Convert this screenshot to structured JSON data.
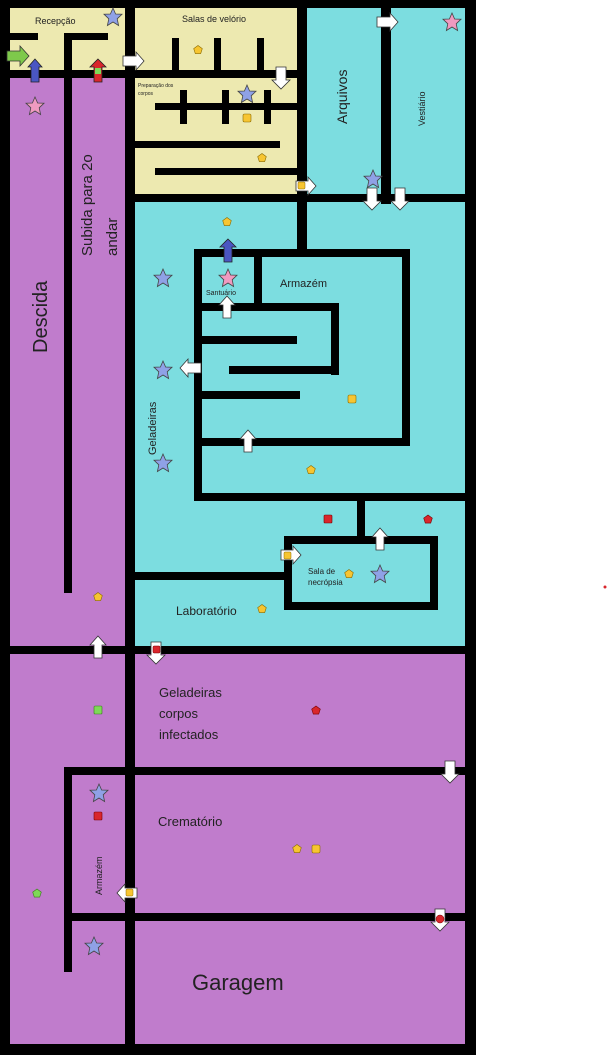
{
  "colors": {
    "wall": "#000000",
    "yellow_room": "#ede9b0",
    "cyan_room": "#7cdde0",
    "purple_room": "#c07ccc",
    "star_pink": "#f09ac0",
    "star_blue": "#8fa1e6",
    "pentagon_yellow": "#f7c531",
    "square_red": "#d9262c",
    "square_green": "#7ed957",
    "arrow_white": "#ffffff",
    "arrow_blue": "#4a56c2",
    "arrow_green": "#7ec94b",
    "arrow_red": "#d9262c"
  },
  "rooms": {
    "recepcao": "Recepção",
    "salas_velorio": "Salas de velório",
    "preparacao_line1": "Preparação dos",
    "preparacao_line2": "corpos",
    "arquivos": "Arquivos",
    "vestiario": "Vestiário",
    "subida": "Subida para 2o andar",
    "descida": "Descida",
    "armazem_top": "Armazém",
    "santuario": "Santuário",
    "geladeiras": "Geladeiras",
    "sala_necropsia_line1": "Sala de",
    "sala_necropsia_line2": "necrópsia",
    "laboratorio": "Laboratório",
    "geladeiras_infectados_line1": "Geladeiras",
    "geladeiras_infectados_line2": "corpos",
    "geladeiras_infectados_line3": "infectados",
    "crematorio": "Crematório",
    "armazem_bottom": "Armazém",
    "garagem": "Garagem"
  },
  "markers": {
    "stars_pink": 3,
    "stars_blue": 9,
    "pentagons_yellow": 9,
    "squares_yellow": 5,
    "squares_red": 3,
    "pentagons_red": 2,
    "squares_green": 2,
    "pentagons_green": 1
  }
}
